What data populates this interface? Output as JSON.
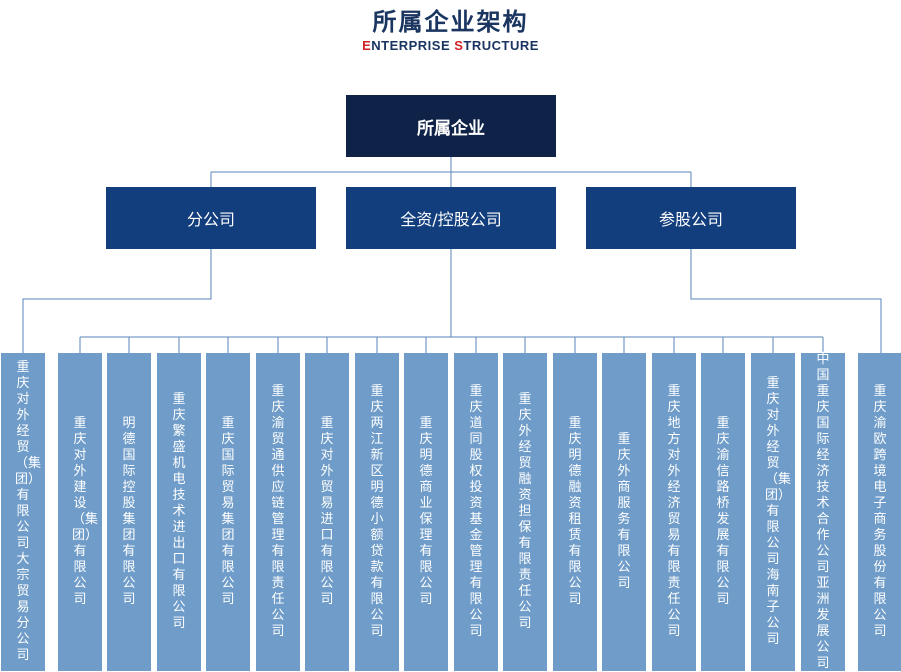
{
  "title": "所属企业架构",
  "subtitle": {
    "accent1": "E",
    "part1": "NTERPRISE ",
    "accent2": "S",
    "part2": "TRUCTURE"
  },
  "root": "所属企业",
  "categories": [
    "分公司",
    "全资/控股公司",
    "参股公司"
  ],
  "companies": [
    "重庆对外经贸（集团）有限公司大宗贸易分公司",
    "重庆对外建设（集团）有限公司",
    "明德国际控股集团有限公司",
    "重庆繁盛机电技术进出口有限公司",
    "重庆国际贸易集团有限公司",
    "重庆渝贸通供应链管理有限责任公司",
    "重庆对外贸易进口有限公司",
    "重庆两江新区明德小额贷款有限公司",
    "重庆明德商业保理有限公司",
    "重庆道同股权投资基金管理有限公司",
    "重庆外经贸融资担保有限责任公司",
    "重庆明德融资租赁有限公司",
    "重庆外商服务有限公司",
    "重庆地方对外经济贸易有限责任公司",
    "重庆渝信路桥发展有限公司",
    "重庆对外经贸（集团）有限公司海南子公司",
    "中国重庆国际经济技术合作公司亚洲发展公司",
    "重庆渝欧跨境电子商务股份有限公司"
  ],
  "colors": {
    "root": "#0e2347",
    "category": "#123e7d",
    "leaf": "#6f9cc8",
    "line": "#5a86b8",
    "title": "#1a3560",
    "accent": "#d2232a"
  }
}
